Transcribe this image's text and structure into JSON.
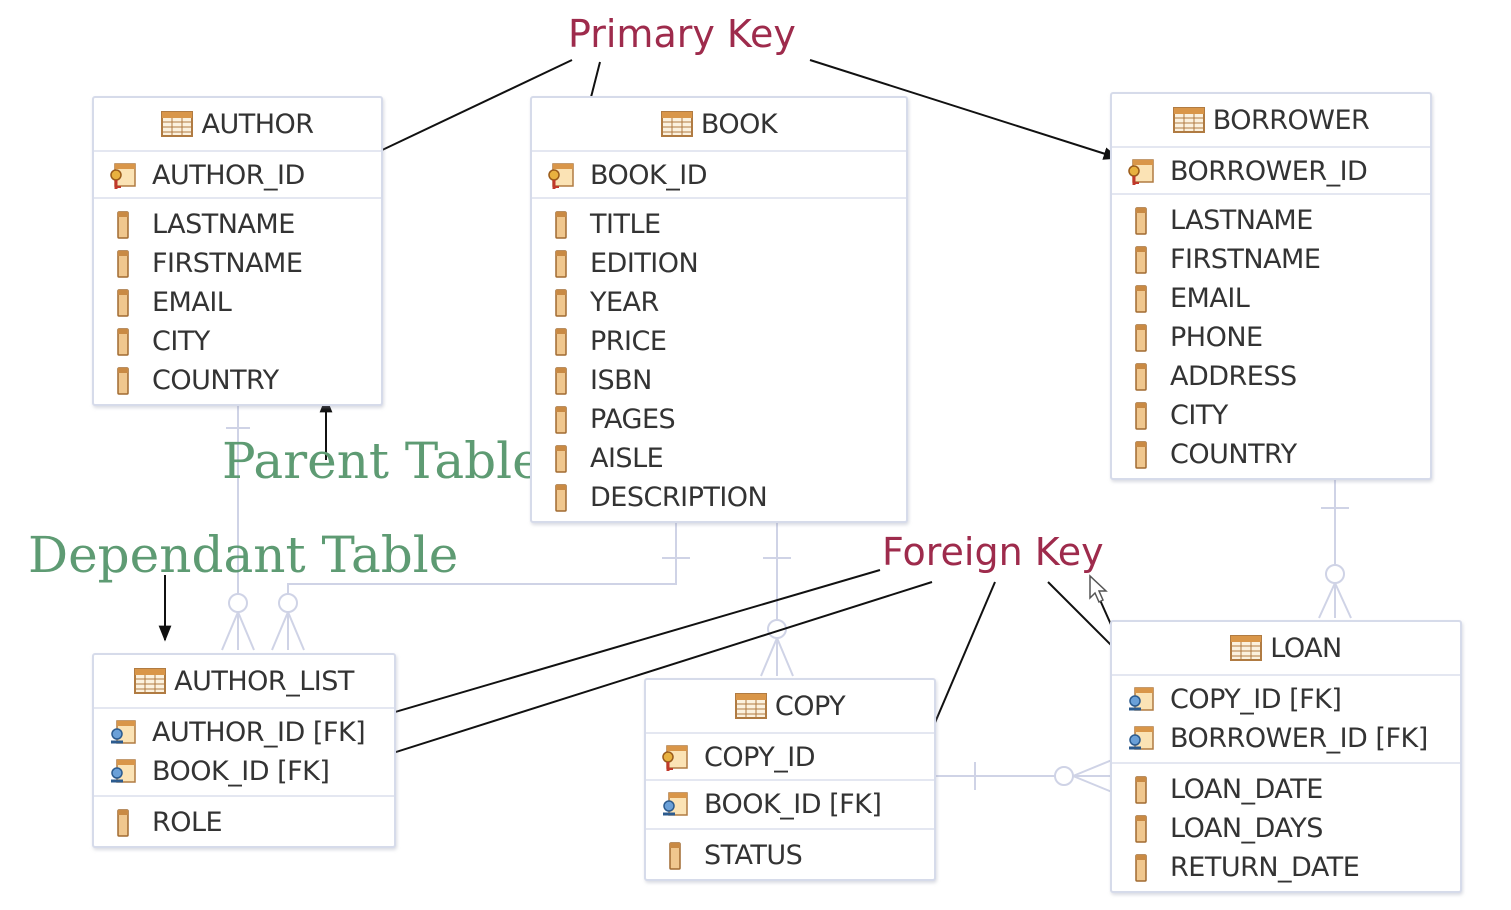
{
  "annotations": {
    "primary_key": "Primary Key",
    "foreign_key": "Foreign Key",
    "parent_table": "Parent Table",
    "dependant_table": "Dependant Table"
  },
  "colors": {
    "key_label": "#9e2b4c",
    "table_label": "#5e9b73",
    "entity_border": "#d6dbea",
    "connector": "#cfd3e6"
  },
  "entities": {
    "author": {
      "name": "AUTHOR",
      "pk": [
        "AUTHOR_ID"
      ],
      "columns": [
        "LASTNAME",
        "FIRSTNAME",
        "EMAIL",
        "CITY",
        "COUNTRY"
      ]
    },
    "book": {
      "name": "BOOK",
      "pk": [
        "BOOK_ID"
      ],
      "columns": [
        "TITLE",
        "EDITION",
        "YEAR",
        "PRICE",
        "ISBN",
        "PAGES",
        "AISLE",
        "DESCRIPTION"
      ]
    },
    "borrower": {
      "name": "BORROWER",
      "pk": [
        "BORROWER_ID"
      ],
      "columns": [
        "LASTNAME",
        "FIRSTNAME",
        "EMAIL",
        "PHONE",
        "ADDRESS",
        "CITY",
        "COUNTRY"
      ]
    },
    "author_list": {
      "name": "AUTHOR_LIST",
      "fk": [
        "AUTHOR_ID [FK]",
        "BOOK_ID [FK]"
      ],
      "columns": [
        "ROLE"
      ]
    },
    "copy": {
      "name": "COPY",
      "pk": [
        "COPY_ID"
      ],
      "fk": [
        "BOOK_ID [FK]"
      ],
      "columns": [
        "STATUS"
      ]
    },
    "loan": {
      "name": "LOAN",
      "fk": [
        "COPY_ID [FK]",
        "BORROWER_ID [FK]"
      ],
      "columns": [
        "LOAN_DATE",
        "LOAN_DAYS",
        "RETURN_DATE"
      ]
    }
  }
}
